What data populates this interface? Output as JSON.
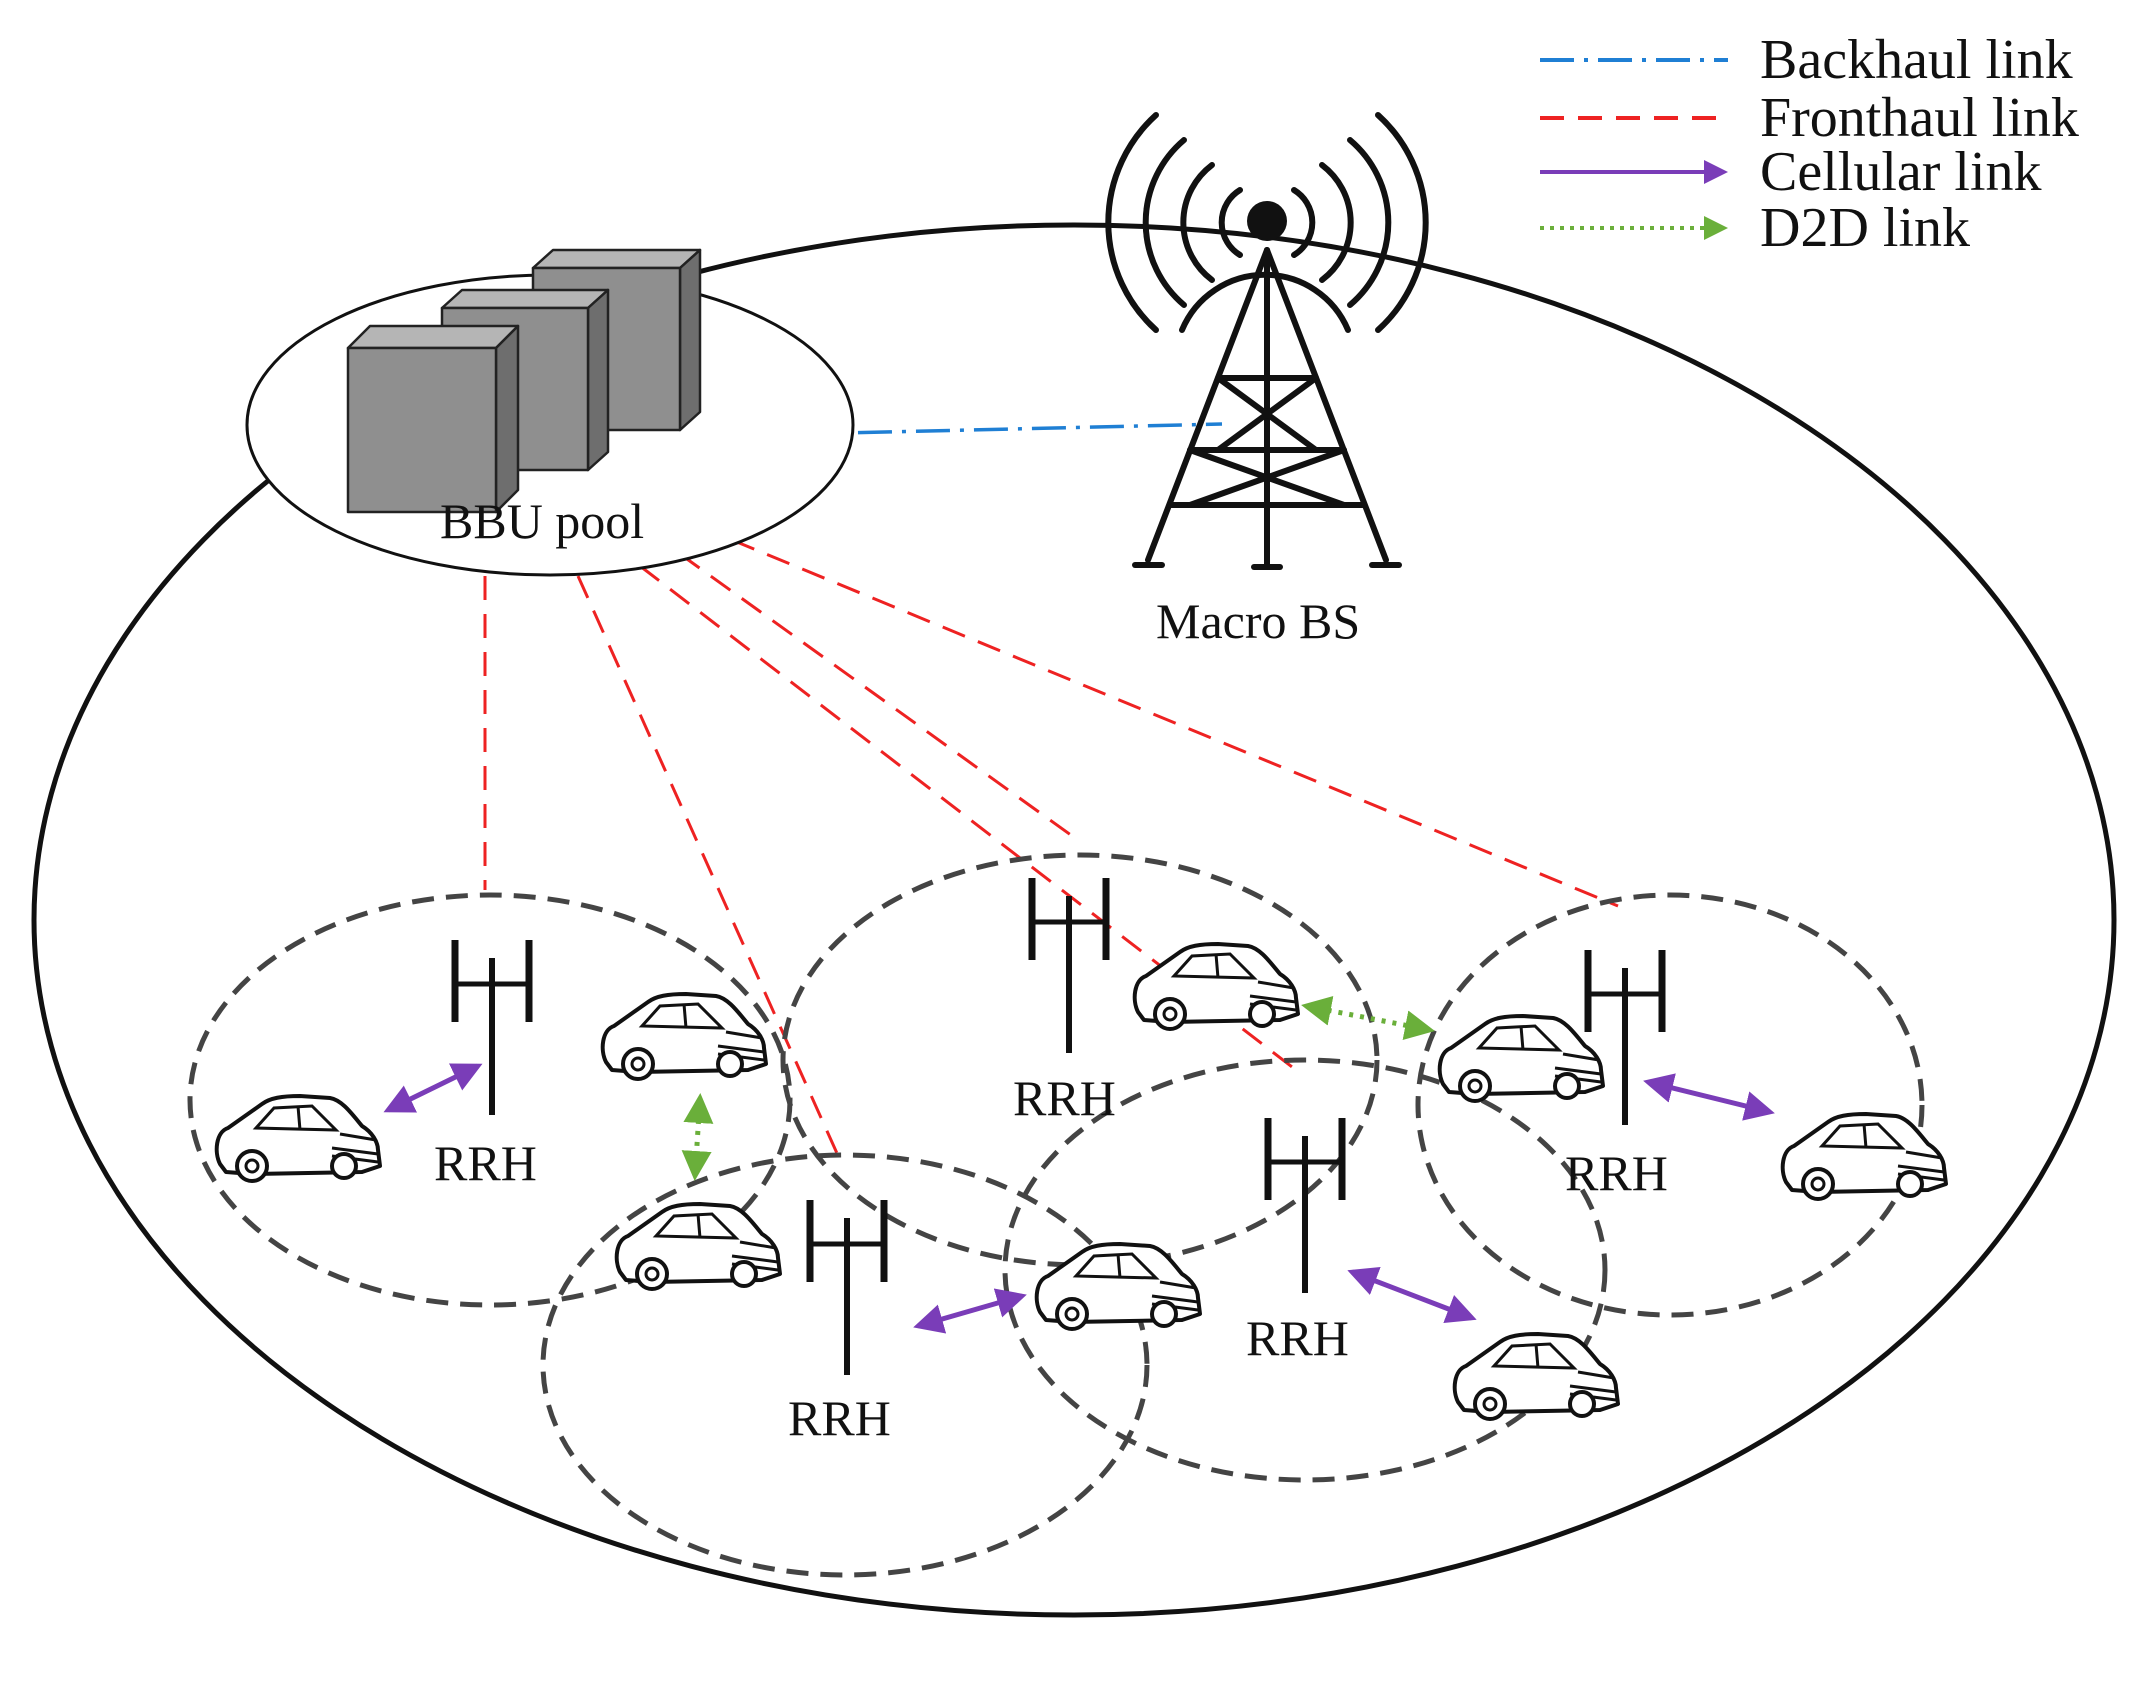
{
  "legend": {
    "items": [
      {
        "label": "Backhaul link",
        "color": "#1f7fd4",
        "style": "dash-dot"
      },
      {
        "label": "Fronthaul link",
        "color": "#ee2222",
        "style": "dashed"
      },
      {
        "label": "Cellular link",
        "color": "#7a3db8",
        "style": "arrow"
      },
      {
        "label": "D2D link",
        "color": "#6aaf3a",
        "style": "dotted-arrow"
      }
    ]
  },
  "nodes": {
    "bbu_label": "BBU pool",
    "macro_label": "Macro BS",
    "rrh_labels": [
      "RRH",
      "RRH",
      "RRH",
      "RRH",
      "RRH"
    ]
  },
  "icons": {
    "server": "server-rack-icon",
    "tower": "macro-tower-icon",
    "rrh": "rrh-antenna-icon",
    "car": "car-icon"
  },
  "colors": {
    "backhaul": "#1f7fd4",
    "fronthaul": "#ee2222",
    "cellular": "#7a3db8",
    "d2d": "#6aaf3a",
    "server_front": "#8f8f8f",
    "server_side": "#6e6e6e",
    "server_top": "#b5b5b5"
  }
}
